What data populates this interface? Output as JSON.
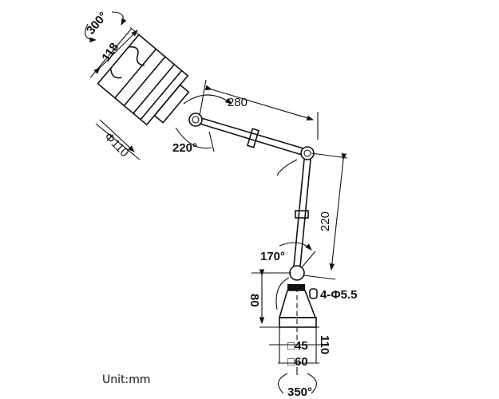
{
  "diagram": {
    "unit_label": "Unit:mm",
    "dimensions": {
      "head_rotation": "300°",
      "head_length": "118",
      "head_diameter": "Φ110",
      "joint1_rotation": "220°",
      "arm1_length": "280",
      "arm2_length": "220",
      "joint3_rotation": "170°",
      "base_height": "80",
      "mount_holes": "4-Φ5.5",
      "base_inner_square": "□45",
      "base_outer_square": "□60",
      "base_total": "110",
      "base_rotation": "350°"
    }
  }
}
